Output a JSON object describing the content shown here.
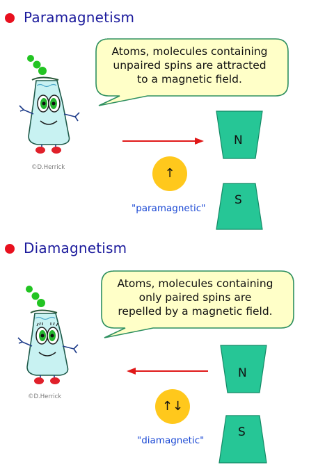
{
  "colors": {
    "bullet": "#e8101e",
    "heading": "#1b1a9c",
    "bubble_fill": "#ffffc8",
    "bubble_stroke": "#2d8f5f",
    "magnet": "#26c696",
    "magnet_stroke": "#148a66",
    "circle": "#ffc81c",
    "arrow": "#e01818",
    "label_blue": "#1a48d4",
    "flask_fill": "#c8f2f2",
    "mascot_bubbles": "#22c422",
    "shoes": "#e0202a"
  },
  "sections": [
    {
      "heading": "Paramagnetism",
      "bubble_lines": [
        "Atoms, molecules containing",
        "unpaired spins are attracted",
        "to a magnetic field."
      ],
      "copyright": "©D.Herrick",
      "arrow_direction": "toward magnet",
      "magnet_top": "N",
      "magnet_bottom": "S",
      "spin_symbol": "↑",
      "state_label": "\"paramagnetic\""
    },
    {
      "heading": "Diamagnetism",
      "bubble_lines": [
        "Atoms, molecules containing",
        "only paired spins are",
        "repelled by a magnetic field."
      ],
      "copyright": "©D.Herrick",
      "arrow_direction": "away from magnet",
      "magnet_top": "N",
      "magnet_bottom": "S",
      "spin_symbol": "↑↓",
      "state_label": "\"diamagnetic\""
    }
  ]
}
